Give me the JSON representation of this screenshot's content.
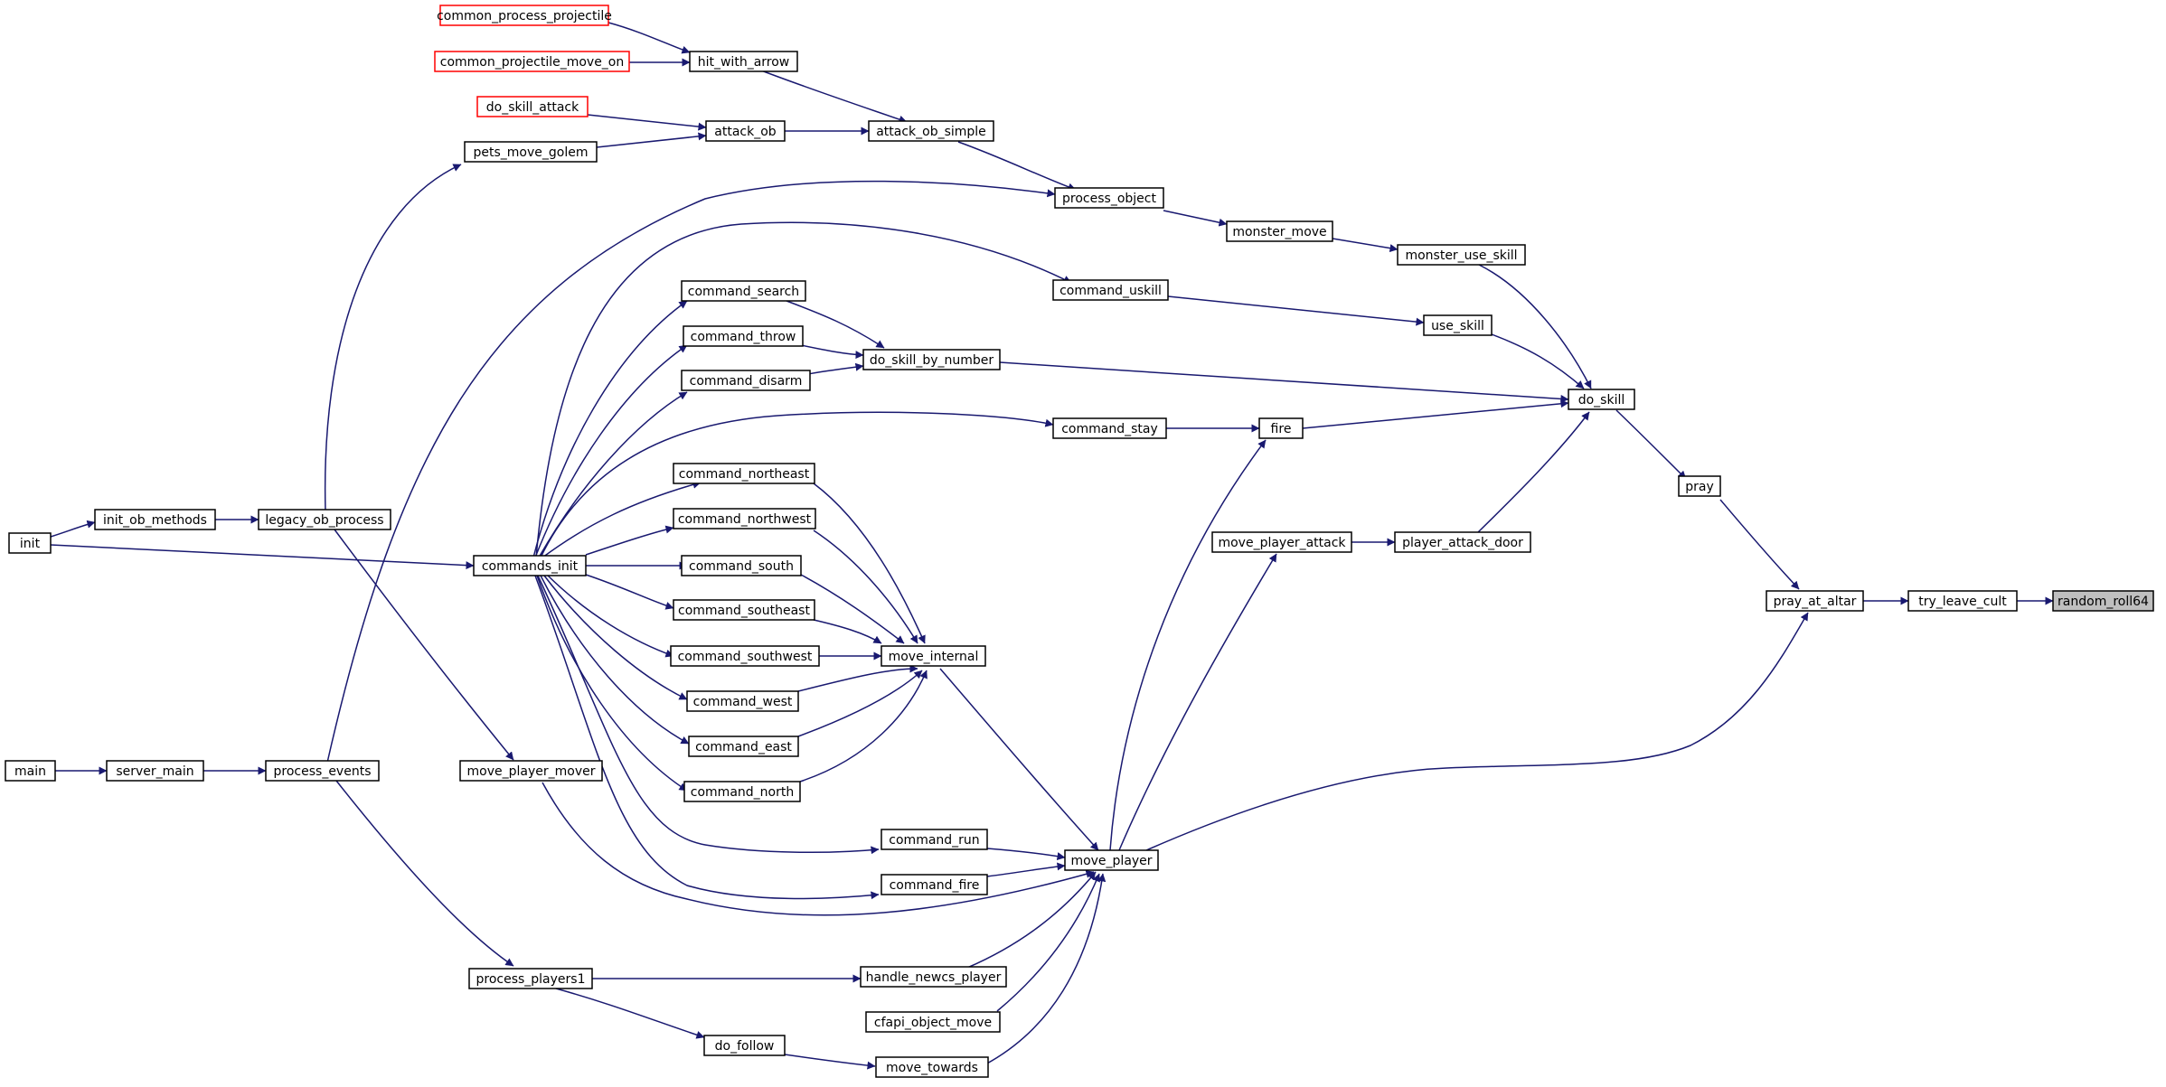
{
  "colors": {
    "edge": "#191970",
    "external_node_border": "#ff0000",
    "highlight_fill": "#bfbfbf"
  },
  "nodes": {
    "random_roll64": "random_roll64",
    "try_leave_cult": "try_leave_cult",
    "pray_at_altar": "pray_at_altar",
    "pray": "pray",
    "do_skill": "do_skill",
    "monster_use_skill": "monster_use_skill",
    "use_skill": "use_skill",
    "player_attack_door": "player_attack_door",
    "monster_move": "monster_move",
    "command_uskill": "command_uskill",
    "do_skill_by_number": "do_skill_by_number",
    "fire": "fire",
    "move_player_attack": "move_player_attack",
    "process_object": "process_object",
    "attack_ob_simple": "attack_ob_simple",
    "attack_ob": "attack_ob",
    "hit_with_arrow": "hit_with_arrow",
    "common_process_projectile": "common_process_projectile",
    "common_projectile_move_on": "common_projectile_move_on",
    "do_skill_attack": "do_skill_attack",
    "pets_move_golem": "pets_move_golem",
    "legacy_ob_process": "legacy_ob_process",
    "init_ob_methods": "init_ob_methods",
    "init": "init",
    "commands_init": "commands_init",
    "process_events": "process_events",
    "server_main": "server_main",
    "main": "main",
    "command_search": "command_search",
    "command_throw": "command_throw",
    "command_disarm": "command_disarm",
    "command_stay": "command_stay",
    "command_northeast": "command_northeast",
    "command_northwest": "command_northwest",
    "command_south": "command_south",
    "command_southeast": "command_southeast",
    "command_southwest": "command_southwest",
    "command_west": "command_west",
    "command_east": "command_east",
    "command_north": "command_north",
    "move_internal": "move_internal",
    "move_player": "move_player",
    "command_run": "command_run",
    "command_fire": "command_fire",
    "move_player_mover": "move_player_mover",
    "process_players1": "process_players1",
    "handle_newcs_player": "handle_newcs_player",
    "cfapi_object_move": "cfapi_object_move",
    "do_follow": "do_follow",
    "move_towards": "move_towards"
  }
}
